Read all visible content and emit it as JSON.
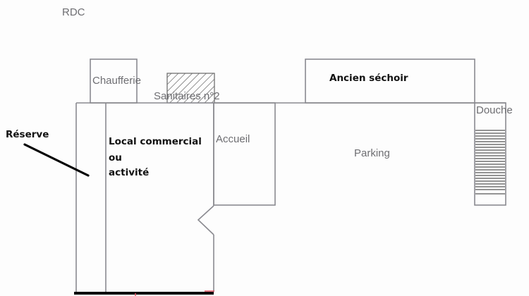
{
  "plan": {
    "level_label": "RDC",
    "rooms": {
      "chaufferie": "Chaufferie",
      "sanitaires": "Sanitaires n°2",
      "ancien_sechoir": "Ancien séchoir",
      "douche": "Douche",
      "accueil": "Accueil",
      "parking": "Parking",
      "reserve": "Réserve",
      "local_line1": "Local commercial",
      "local_line2": "ou",
      "local_line3": "activité"
    },
    "colors": {
      "wall": "#8a8a90",
      "grey_text": "#6e6e72",
      "bold_text": "#111111",
      "accent_line": "#000000",
      "red_mark": "#e05060"
    }
  }
}
